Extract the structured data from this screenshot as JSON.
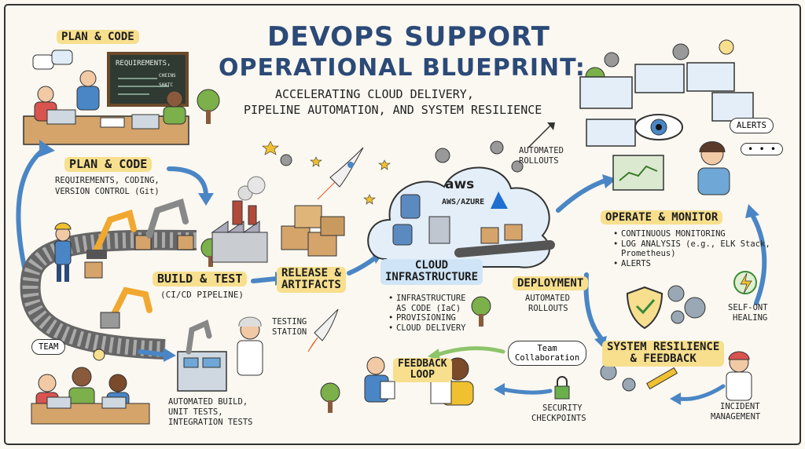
{
  "title": {
    "line1": "DEVOPS SUPPORT",
    "line2": "OPERATIONAL BLUEPRINT:",
    "sub1": "ACCELERATING CLOUD DELIVERY,",
    "sub2": "PIPELINE AUTOMATION, AND SYSTEM RESILIENCE"
  },
  "plan": {
    "badge": "PLAN & CODE",
    "heading": "PLAN & CODE",
    "desc1": "REQUIREMENTS, CODING,",
    "desc2": "VERSION CONTROL (Git)",
    "chalkboard_title": "REQUIREMENTS,",
    "chalk_a": "CHEINS",
    "chalk_b": "SHATC"
  },
  "build": {
    "heading": "BUILD & TEST",
    "sub": "(CI/CD PIPELINE)"
  },
  "release": {
    "heading1": "RELEASE &",
    "heading2": "ARTIFACTS"
  },
  "cloud": {
    "aws": "aws",
    "label": "AWS/AZURE",
    "heading1": "CLOUD",
    "heading2": "INFRASTRUCTURE",
    "bullets": [
      "INFRASTRUCTURE",
      "AS CODE (IaC)",
      "PROVISIONING",
      "CLOUD DELIVERY"
    ]
  },
  "deploy": {
    "top1": "AUTOMATED",
    "top2": "ROLLOUTS",
    "heading": "DEPLOYMENT",
    "sub1": "AUTOMATED",
    "sub2": "ROLLOUTS"
  },
  "operate": {
    "alerts_bubble": "ALERTS",
    "heading": "OPERATE & MONITOR",
    "bullets": [
      "CONTINUOUS MONITORING",
      "LOG ANALYSIS (e.g., ELK Stack,",
      "Prometheus)",
      "ALERTS"
    ]
  },
  "resilience": {
    "self1": "SELF-ONT",
    "self2": "HEALING",
    "heading1": "SYSTEM RESILIENCE",
    "heading2": "& FEEDBACK",
    "incident1": "INCIDENT",
    "incident2": "MANAGEMENT"
  },
  "feedback": {
    "heading1": "FEEDBACK",
    "heading2": "LOOP",
    "collab1": "Team",
    "collab2": "Collaboration",
    "security1": "SECURITY",
    "security2": "CHECKPOINTS"
  },
  "testing": {
    "station1": "TESTING",
    "station2": "STATION",
    "auto1": "AUTOMATED BUILD,",
    "auto2": "UNIT TESTS,",
    "auto3": "INTEGRATION TESTS"
  },
  "team": {
    "bubble": "TEAM"
  },
  "colors": {
    "accent": "#2b4a78",
    "highlight": "#f7df8e",
    "arrow": "#4a86c5",
    "cloud": "#e3eef8"
  }
}
